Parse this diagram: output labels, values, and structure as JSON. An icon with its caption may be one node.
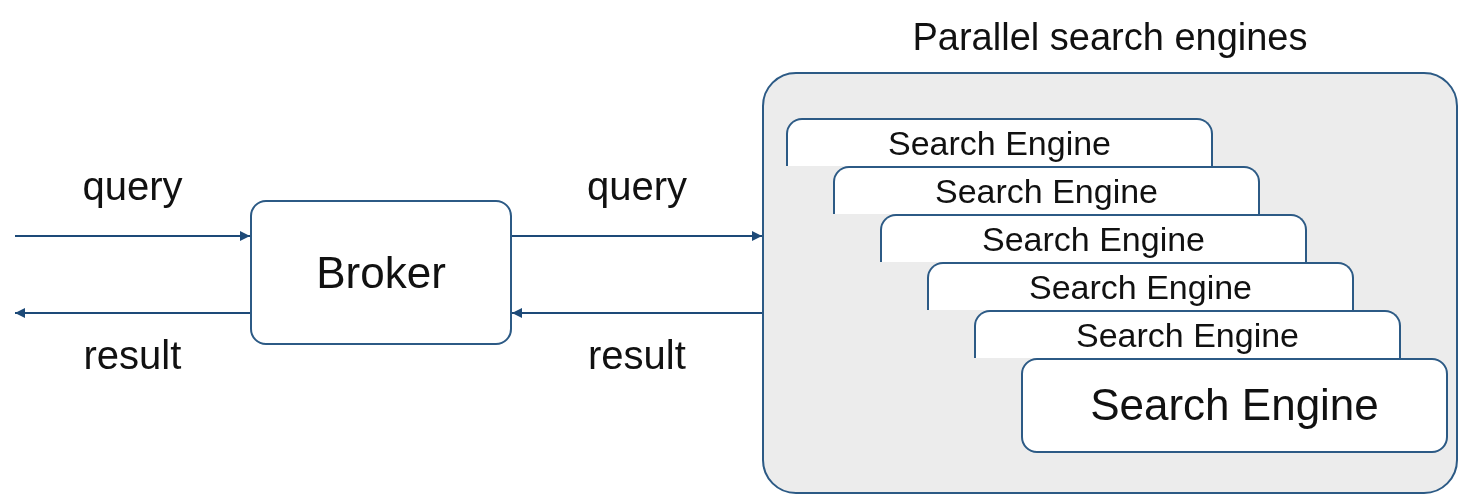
{
  "diagram": {
    "nodes": [
      {
        "text": [
          "Broker"
        ]
      },
      {
        "text": [
          "Parallel search engines"
        ]
      },
      {
        "text": [
          "Search Engine"
        ],
        "in": 1
      },
      {
        "text": [
          "Search Engine"
        ],
        "in": 1
      },
      {
        "text": [
          "Search Engine"
        ],
        "in": 1
      },
      {
        "text": [
          "Search Engine"
        ],
        "in": 1
      },
      {
        "text": [
          "Search Engine"
        ],
        "in": 1
      },
      {
        "text": [
          "Search Engine"
        ],
        "in": 1
      }
    ],
    "edges": [
      {
        "from": null,
        "to": 0,
        "arrow": "to",
        "label": "query"
      },
      {
        "from": 0,
        "to": 1,
        "arrow": "to",
        "label": "query"
      },
      {
        "from": 1,
        "to": 0,
        "arrow": "to",
        "label": "result"
      },
      {
        "from": 0,
        "to": null,
        "arrow": "to",
        "label": "result"
      }
    ]
  }
}
